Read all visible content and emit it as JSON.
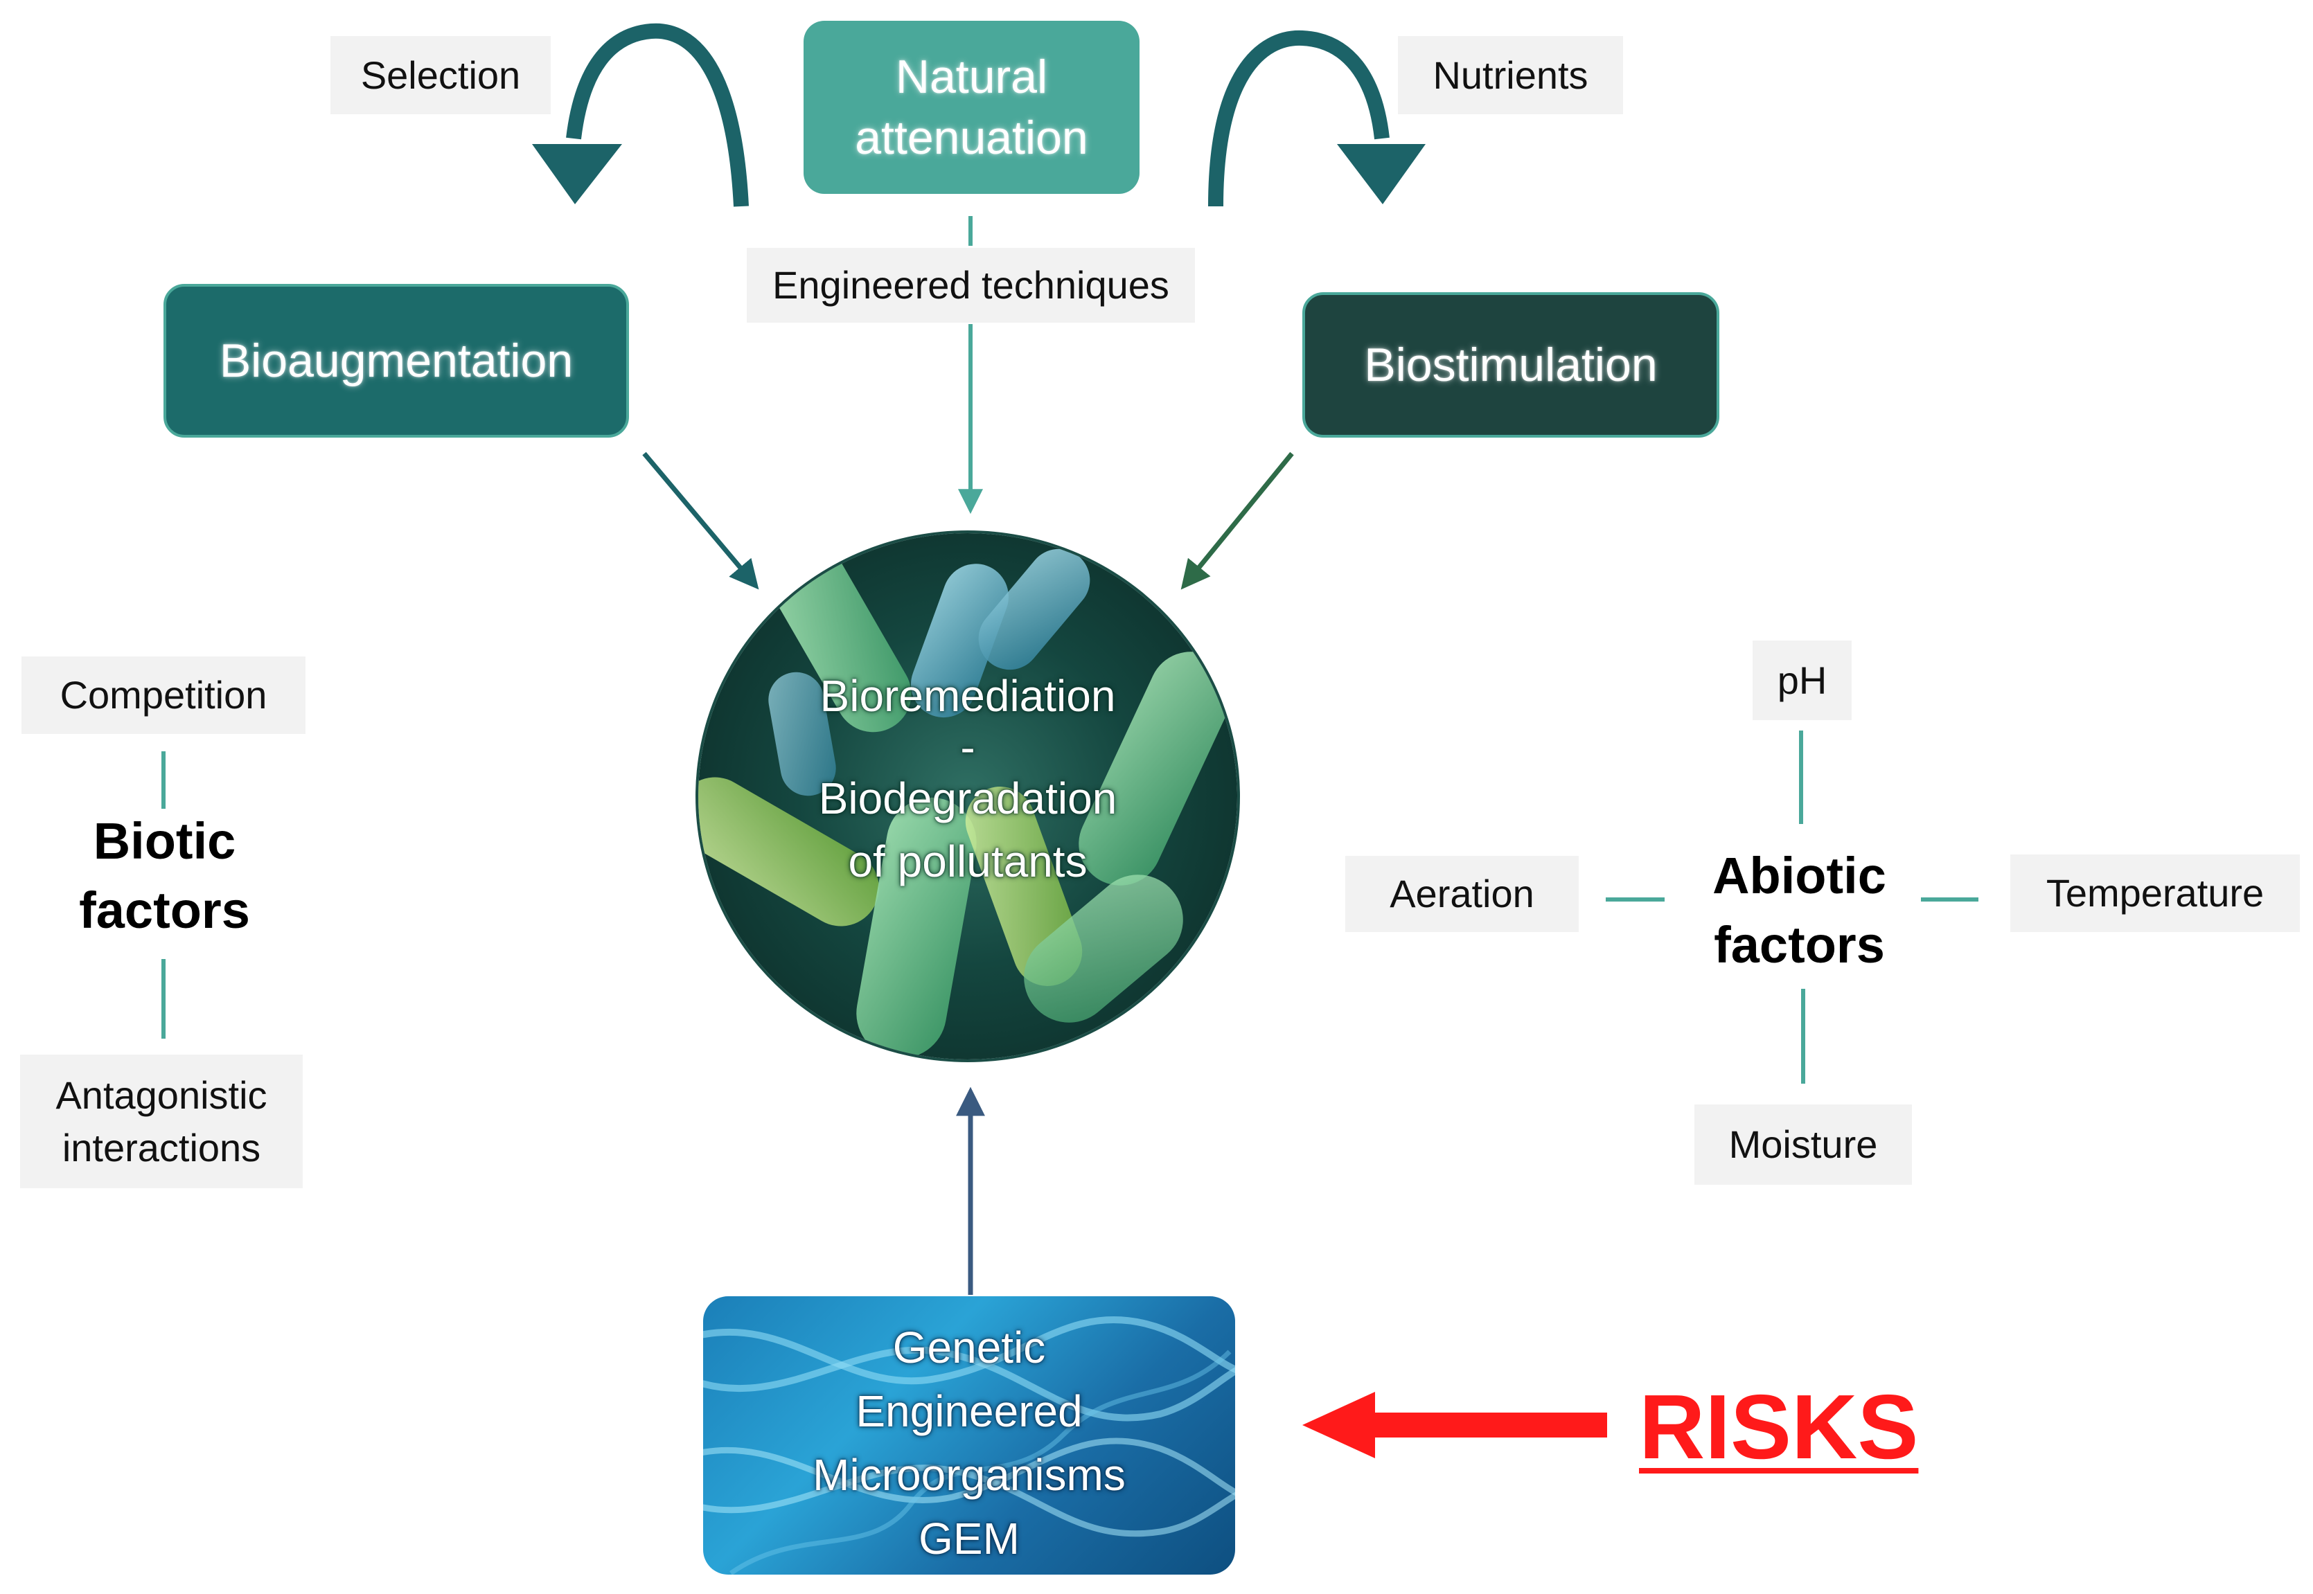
{
  "top": {
    "natural_attenuation": "Natural\nattenuation",
    "selection": "Selection",
    "nutrients": "Nutrients",
    "engineered_techniques": "Engineered techniques"
  },
  "boxes": {
    "bioaugmentation": "Bioaugmentation",
    "biostimulation": "Biostimulation"
  },
  "center": {
    "line1": "Bioremediation",
    "line2": "-",
    "line3": "Biodegradation",
    "line4": "of pollutants"
  },
  "biotic": {
    "title_line1": "Biotic",
    "title_line2": "factors",
    "competition": "Competition",
    "antagonistic_line1": "Antagonistic",
    "antagonistic_line2": "interactions"
  },
  "abiotic": {
    "title_line1": "Abiotic",
    "title_line2": "factors",
    "ph": "pH",
    "aeration": "Aeration",
    "temperature": "Temperature",
    "moisture": "Moisture"
  },
  "gem": {
    "line1": "Genetic",
    "line2": "Engineered",
    "line3": "Microorganisms",
    "line4": "GEM"
  },
  "risks": "RISKS",
  "colors": {
    "natural_attenuation_fill": "#4aa89a",
    "bioaugmentation_fill": "#1c6b6a",
    "biostimulation_fill": "#1e443f",
    "connector": "#4aa89a",
    "arrow_dark_teal": "#1c6368",
    "arrow_green": "#2e6b48",
    "arrow_blue": "#3a5a80",
    "risks_red": "#ff1a1a"
  }
}
